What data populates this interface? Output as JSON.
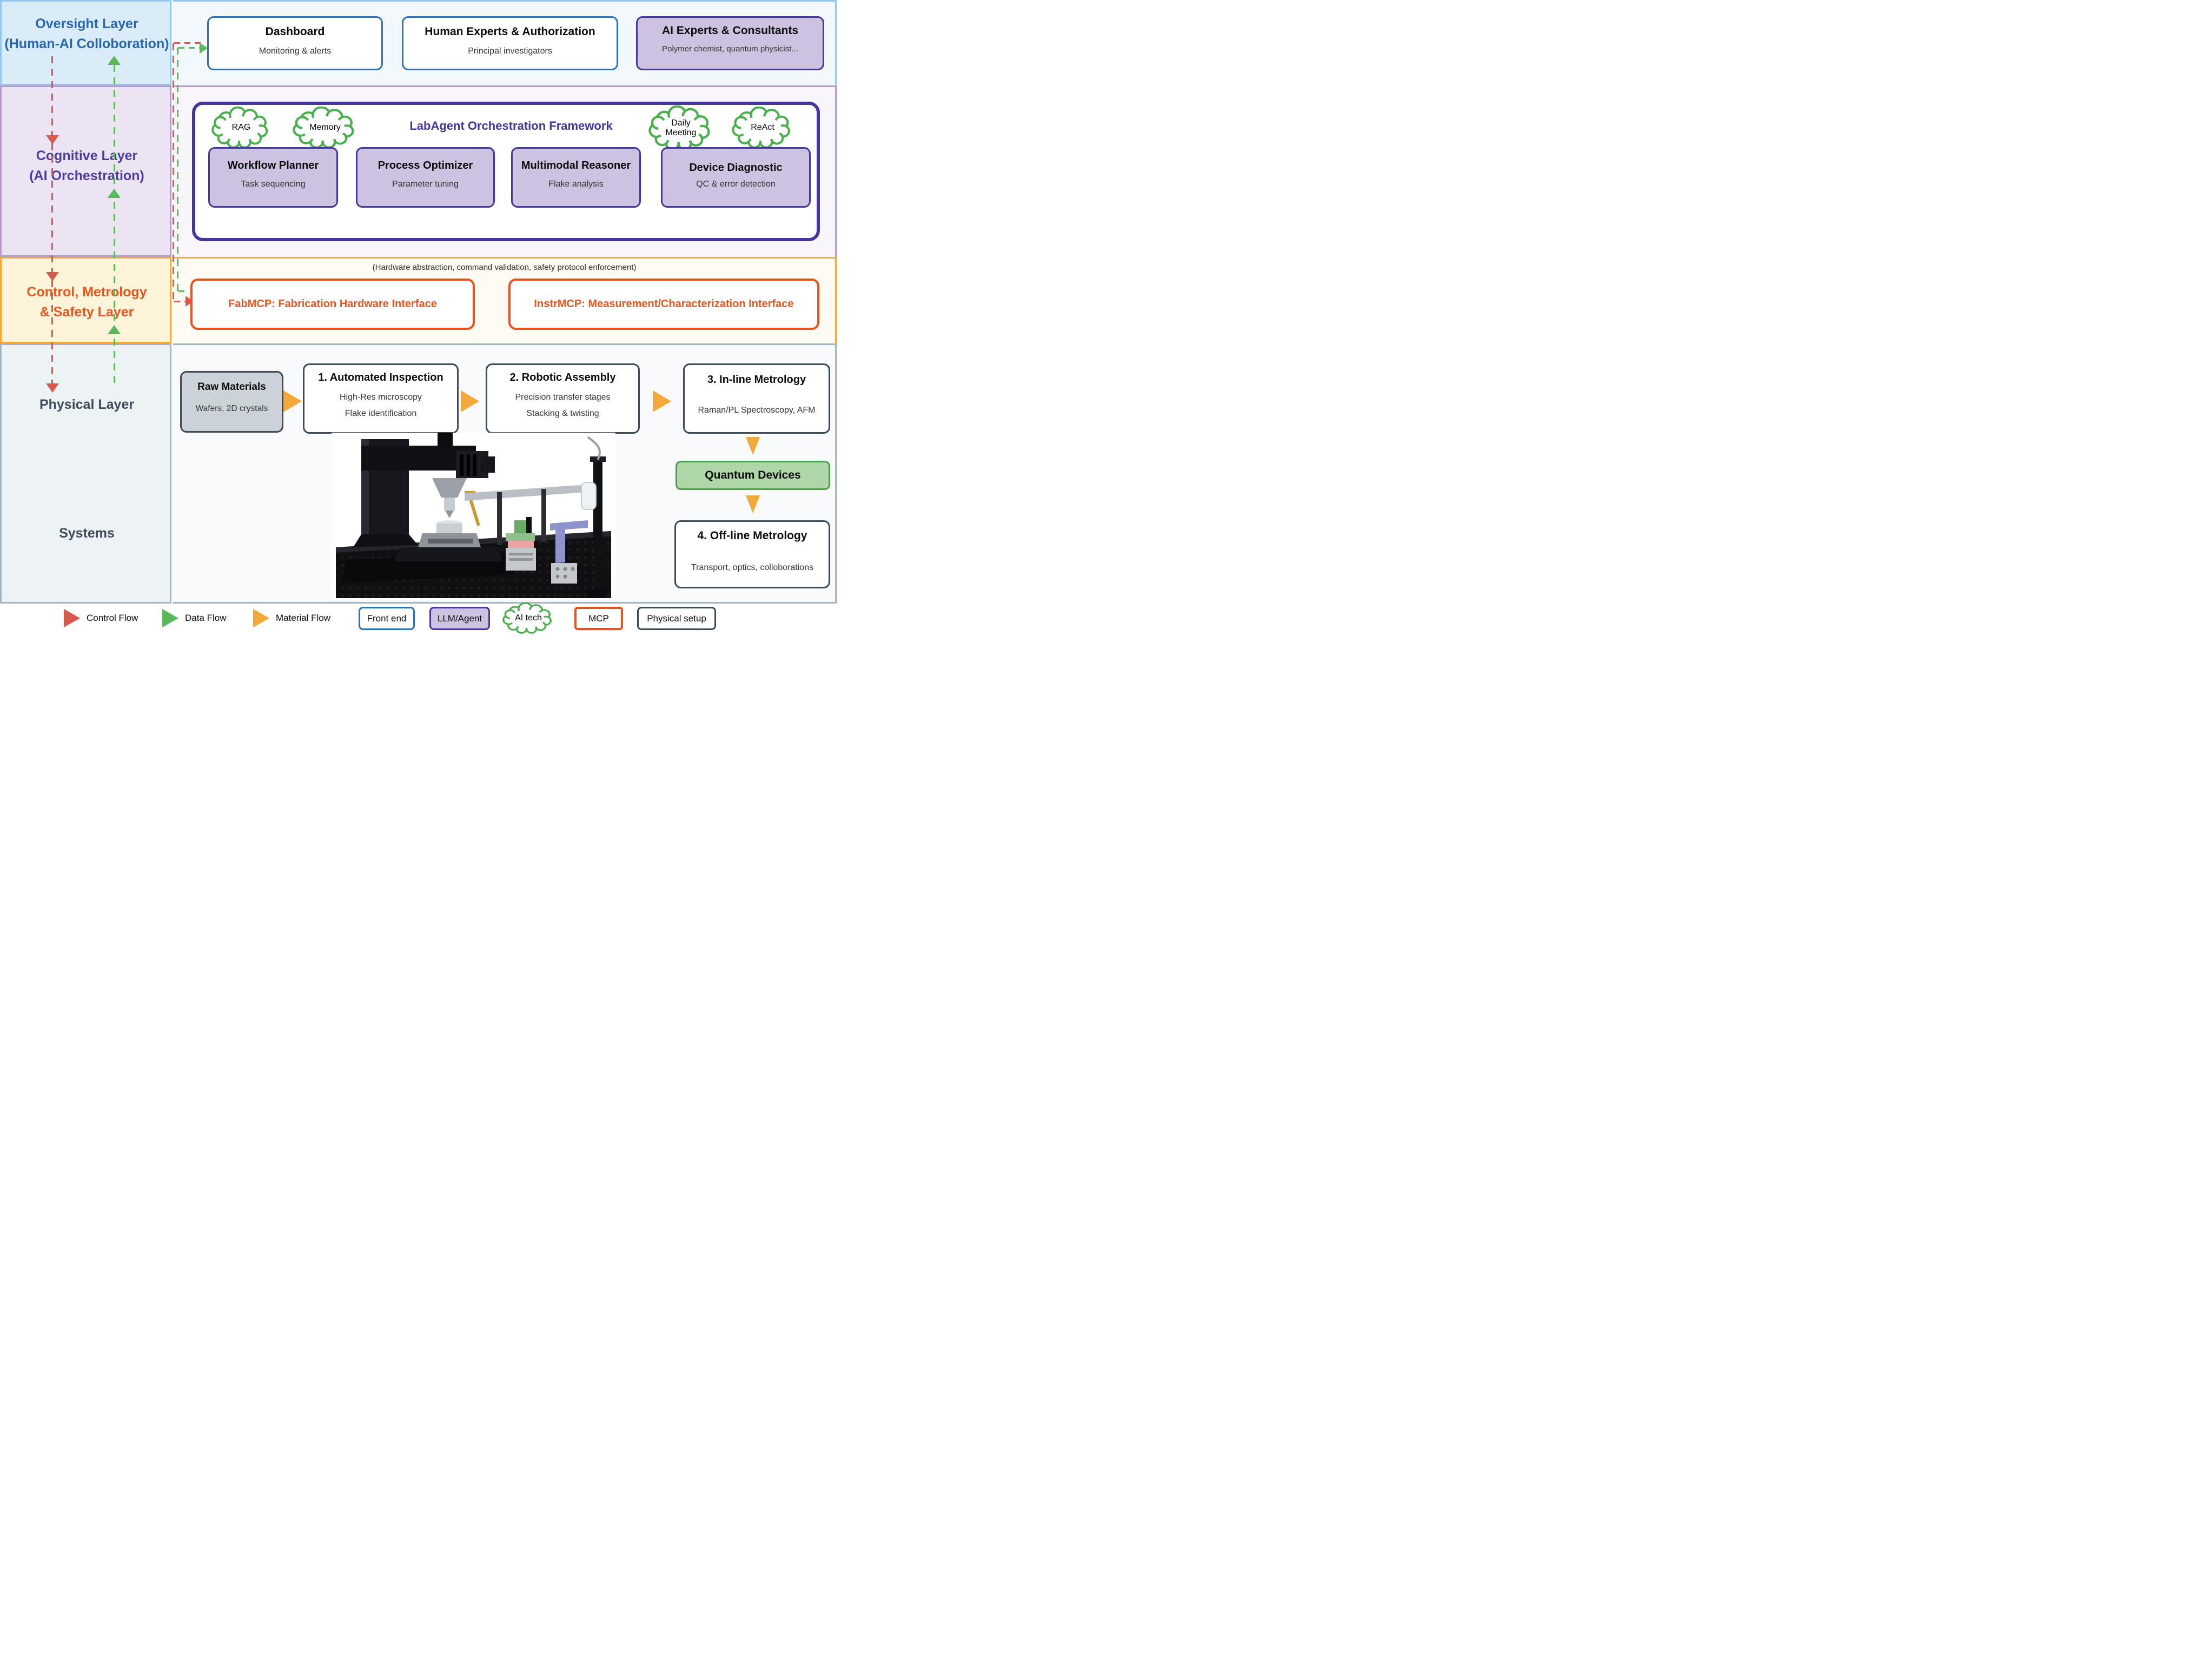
{
  "layers": [
    {
      "id": "oversight",
      "label": [
        "Oversight Layer",
        "(Human-AI Colloboration)"
      ]
    },
    {
      "id": "cognitive",
      "label": [
        "Cognitive Layer",
        "(AI Orchestration)"
      ]
    },
    {
      "id": "control",
      "label": [
        "Control, Metrology",
        "& Safety Layer"
      ]
    },
    {
      "id": "physical",
      "label": [
        "Physical Layer"
      ],
      "label2": "Systems"
    }
  ],
  "oversight": {
    "boxes": [
      {
        "title": "Dashboard",
        "subtitle": "Monitoring & alerts"
      },
      {
        "title": "Human Experts & Authorization",
        "subtitle": "Principal investigators"
      },
      {
        "title": "AI Experts & Consultants",
        "subtitle": "Polymer chemist, quantum physicist..."
      }
    ]
  },
  "cognitive": {
    "framework_title": "LabAgent Orchestration Framework",
    "clouds": [
      "RAG",
      "Memory",
      "Daily Meeting",
      "ReAct"
    ],
    "agents": [
      {
        "title": "Workflow Planner",
        "subtitle": "Task sequencing"
      },
      {
        "title": "Process Optimizer",
        "subtitle": "Parameter tuning"
      },
      {
        "title": "Multimodal Reasoner",
        "subtitle": "Flake analysis"
      },
      {
        "title": "Device Diagnostic",
        "subtitle": "QC & error detection"
      }
    ]
  },
  "control": {
    "caption": "(Hardware abstraction, command validation, safety protocol enforcement)",
    "mcps": [
      "FabMCP: Fabrication Hardware Interface",
      "InstrMCP: Measurement/Characterization Interface"
    ]
  },
  "physical": {
    "raw": {
      "title": "Raw Materials",
      "subtitle": "Wafers, 2D crystals"
    },
    "steps": [
      {
        "title": "1. Automated Inspection",
        "lines": [
          "High-Res microscopy",
          "Flake identification"
        ]
      },
      {
        "title": "2. Robotic Assembly",
        "lines": [
          "Precision transfer stages",
          "Stacking & twisting"
        ]
      },
      {
        "title": "3. In-line Metrology",
        "lines": [
          "Raman/PL Spectroscopy, AFM"
        ]
      }
    ],
    "quantum": "Quantum Devices",
    "offline": {
      "title": "4. Off-line Metrology",
      "subtitle": "Transport, optics, colloborations"
    }
  },
  "legend": {
    "items": [
      {
        "type": "arrow-red",
        "label": "Control Flow"
      },
      {
        "type": "arrow-green",
        "label": "Data Flow"
      },
      {
        "type": "arrow-orange",
        "label": "Material Flow"
      },
      {
        "type": "box-blue",
        "label": "Front end"
      },
      {
        "type": "box-purple",
        "label": "LLM/Agent"
      },
      {
        "type": "cloud",
        "label": "AI tech"
      },
      {
        "type": "box-orange",
        "label": "MCP"
      },
      {
        "type": "box-slate",
        "label": "Physical setup"
      }
    ]
  },
  "colors": {
    "control_flow": "#d85a4e",
    "data_flow": "#5cb85c",
    "material_flow": "#f2a93c",
    "front_end_border": "#2e73b8",
    "llm_agent_fill": "#cdc3e0",
    "llm_agent_border": "#46379b",
    "ai_tech_green": "#4aae4d",
    "mcp_orange": "#e8531d",
    "physical_slate": "#3c4b54",
    "quantum_fill": "#aed6a8",
    "oversight_text": "#2a65b2",
    "cognitive_text": "#4a3d9e",
    "control_text": "#e8571f",
    "physical_text": "#3d4c59"
  }
}
